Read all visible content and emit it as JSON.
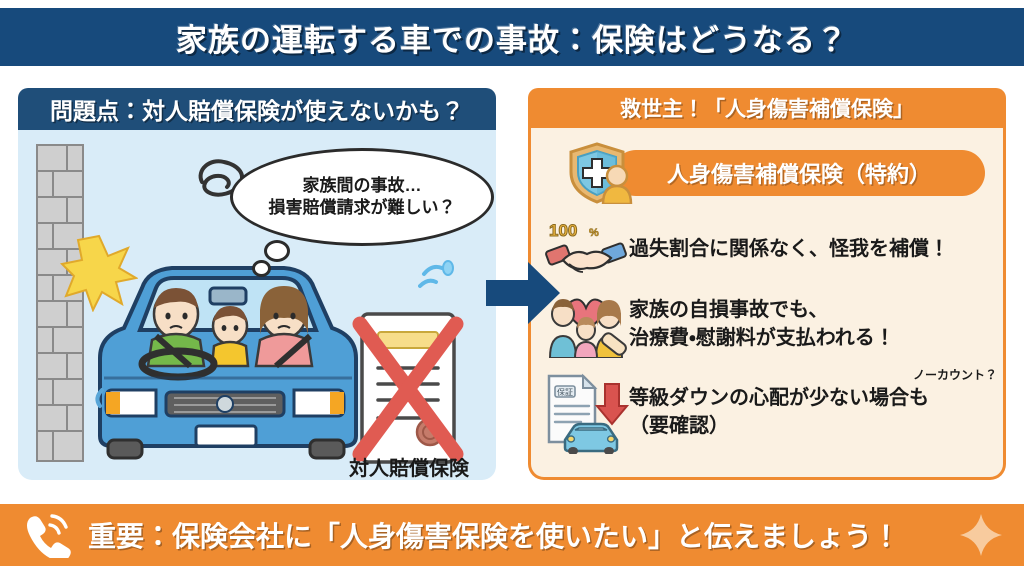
{
  "header": {
    "title": "家族の運転する車での事故：保険はどうなる？",
    "bg_color": "#174a7c"
  },
  "left_panel": {
    "header_title": "問題点：対人賠償保険が使えないかも？",
    "header_color": "#1f4e79",
    "body_color": "#d9ecf8",
    "speech_bubble": {
      "line1": "家族間の事故…",
      "line2": "損害賠償請求が難しい？"
    },
    "document_label": "対人賠償保険",
    "illustration_names": [
      "brick-wall",
      "crash-burst",
      "blue-car-with-family",
      "smoke-squiggle",
      "crossed-out-document"
    ]
  },
  "arrow": {
    "name": "right-arrow",
    "color": "#174a7c"
  },
  "right_panel": {
    "header_title": "救世主！「人身傷害補償保険」",
    "header_color": "#ef8b31",
    "body_color": "#fbf1e2",
    "pill_title": "人身傷害補償保険（特約）",
    "benefits": [
      {
        "icon": "handshake-100-percent-icon",
        "icon_badge": "100%",
        "lines": [
          "過失割合に関係なく、怪我を補償！"
        ]
      },
      {
        "icon": "family-heart-icon",
        "lines": [
          "家族の自損事故でも、",
          "治療費・慰謝料が支払われる！"
        ]
      },
      {
        "icon": "certificate-car-up-arrow-icon",
        "note": "ノーカウント？",
        "lines": [
          "等級ダウンの心配が少ない場合も",
          "（要確認）"
        ]
      }
    ]
  },
  "banner": {
    "icon": "phone-ringing-icon",
    "text": "重要：保険会社に「人身傷害保険を使いたい」と伝えましょう！",
    "bg_color": "#ef8b31"
  }
}
